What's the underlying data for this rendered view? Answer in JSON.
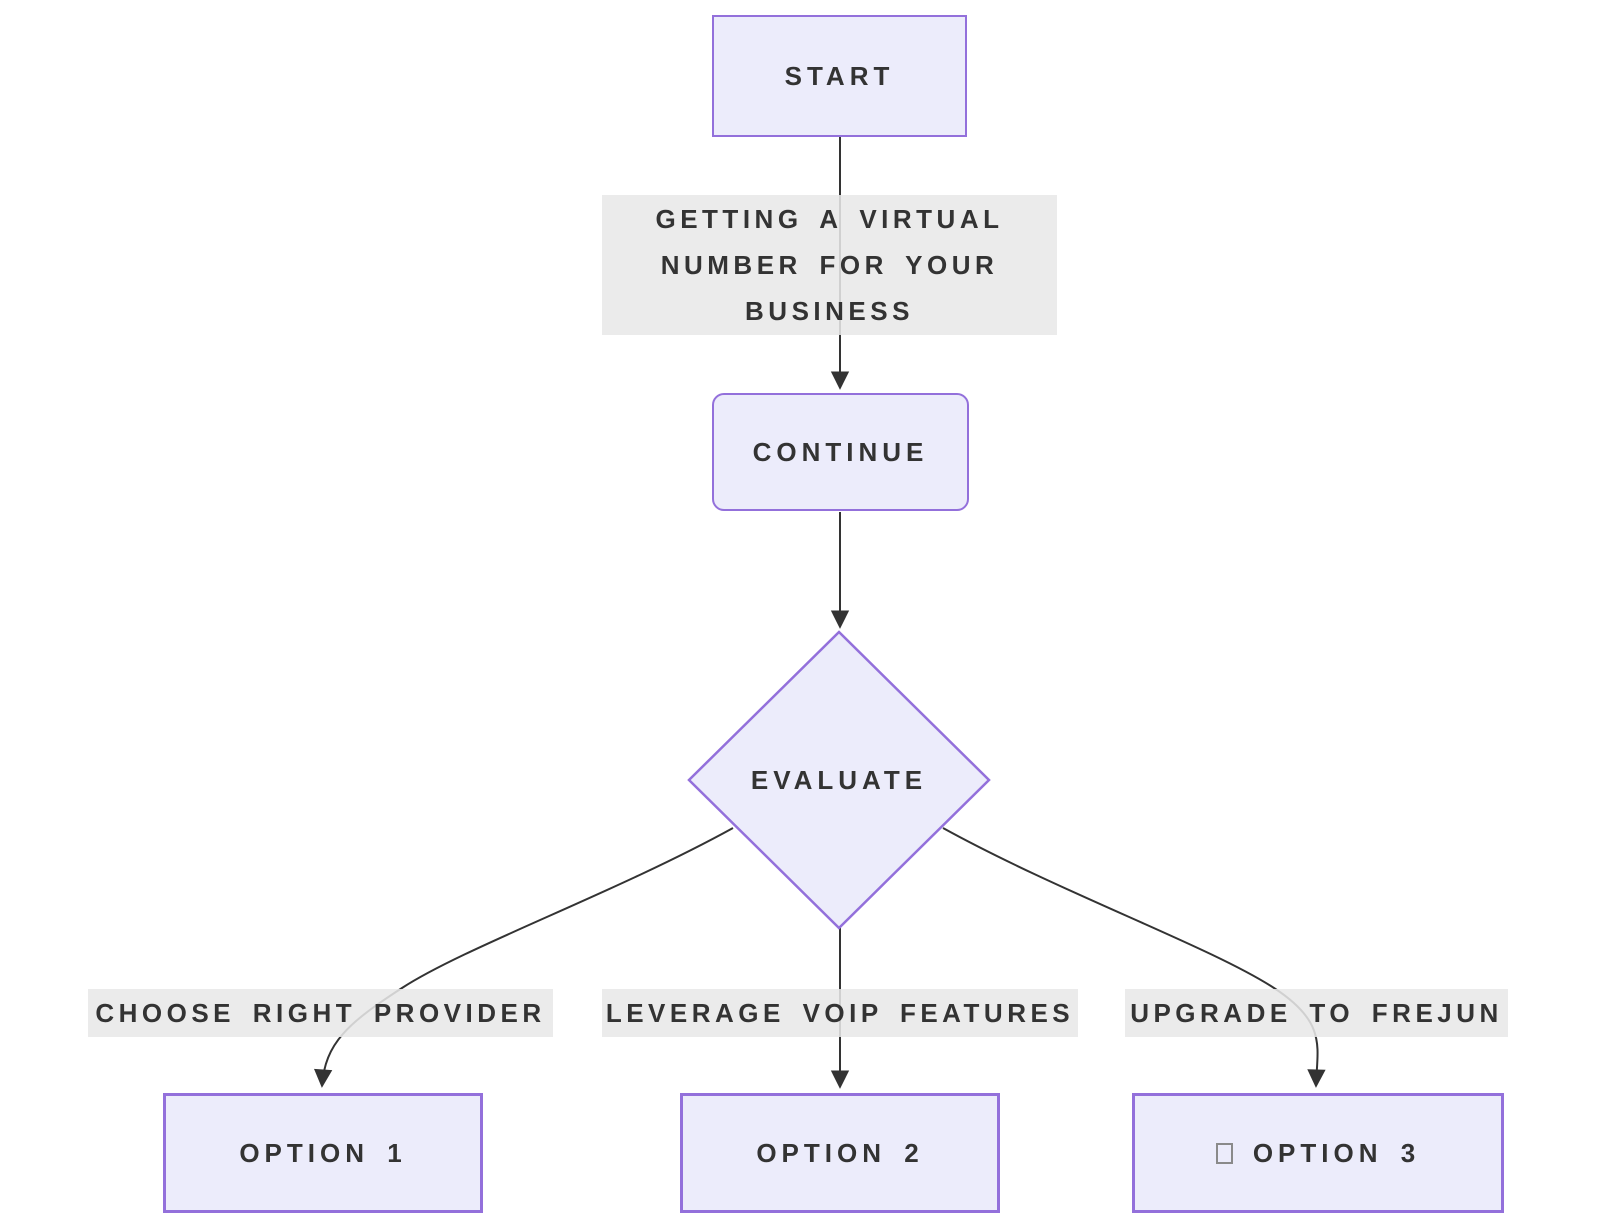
{
  "diagram": {
    "type": "flowchart",
    "nodes": {
      "start": {
        "label": "START"
      },
      "continue": {
        "label": "CONTINUE"
      },
      "evaluate": {
        "label": "EVALUATE"
      },
      "option1": {
        "label": "OPTION 1"
      },
      "option2": {
        "label": "OPTION 2"
      },
      "option3": {
        "label": "OPTION 3",
        "icon": "missing-glyph-box"
      }
    },
    "edge_labels": {
      "start_to_continue_lines": [
        "GETTING A VIRTUAL",
        "NUMBER FOR YOUR",
        "BUSINESS"
      ],
      "evaluate_to_option1": "CHOOSE RIGHT PROVIDER",
      "evaluate_to_option2": "LEVERAGE VOIP FEATURES",
      "evaluate_to_option3": "UPGRADE TO FREJUN"
    }
  },
  "theme": {
    "node_fill": "#ECECFB",
    "node_border": "#9370DB",
    "edge_color": "#333333",
    "label_bg": "#E8E8E8",
    "text_color": "#333333",
    "background": "#FFFFFF"
  }
}
